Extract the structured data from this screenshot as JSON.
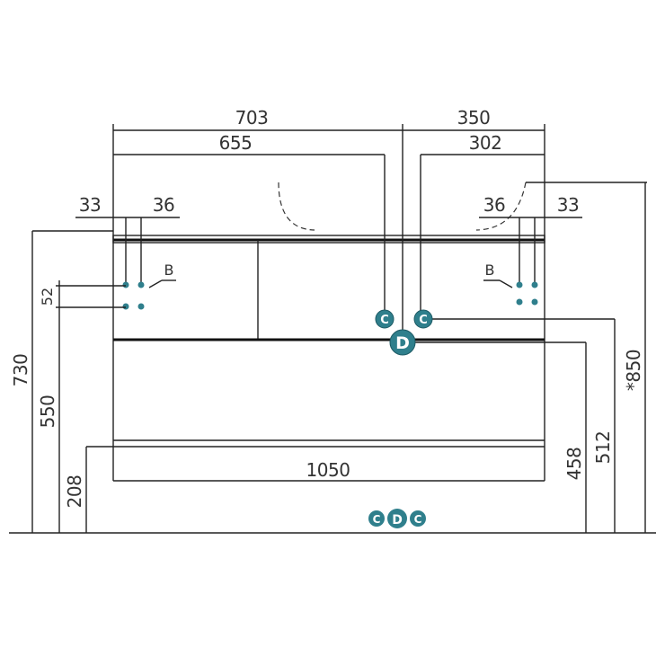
{
  "colors": {
    "line": "#222222",
    "marker": "#2f7f8c",
    "point": "#2f7f8c",
    "text": "#333333"
  },
  "dimensions": {
    "top_left_width": "703",
    "top_right_width": "350",
    "basin_left": "655",
    "basin_right": "302",
    "left_offset_a": "33",
    "left_offset_b": "36",
    "right_offset_a": "36",
    "right_offset_b": "33",
    "small_gap": "52",
    "total_height_left": "730",
    "height_550": "550",
    "height_208": "208",
    "bottom_width": "1050",
    "height_458": "458",
    "height_512": "512",
    "height_850": "*850"
  },
  "labels": {
    "supply_left": "B",
    "supply_right": "B",
    "cold_hot": "C",
    "drain": "D"
  },
  "legend": [
    "C",
    "D",
    "C"
  ]
}
